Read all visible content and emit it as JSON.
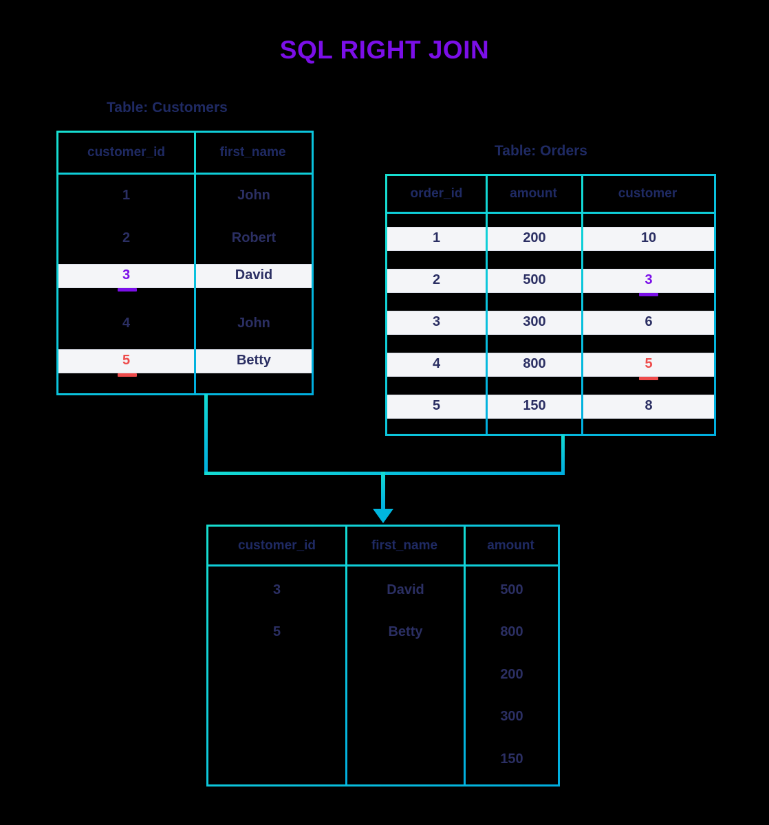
{
  "page": {
    "title": "SQL RIGHT JOIN",
    "background_color": "#000000",
    "title_color": "#7B0FE8",
    "border_color": "#17D9CE",
    "text_color": "#2B2F63",
    "highlight_row_color": "#F4F5F8",
    "accent_purple": "#7B0FE8",
    "accent_red": "#EE4B4B"
  },
  "customers_table": {
    "caption": "Table: Customers",
    "columns": [
      "customer_id",
      "first_name"
    ],
    "rows": [
      {
        "customer_id": "1",
        "first_name": "John",
        "highlighted": false,
        "marker": "none"
      },
      {
        "customer_id": "2",
        "first_name": "Robert",
        "highlighted": false,
        "marker": "none"
      },
      {
        "customer_id": "3",
        "first_name": "David",
        "highlighted": true,
        "marker": "purple"
      },
      {
        "customer_id": "4",
        "first_name": "John",
        "highlighted": false,
        "marker": "none"
      },
      {
        "customer_id": "5",
        "first_name": "Betty",
        "highlighted": true,
        "marker": "red"
      }
    ]
  },
  "orders_table": {
    "caption": "Table: Orders",
    "columns": [
      "order_id",
      "amount",
      "customer"
    ],
    "rows": [
      {
        "order_id": "1",
        "amount": "200",
        "customer": "10",
        "highlighted": true,
        "marker": "none"
      },
      {
        "order_id": "2",
        "amount": "500",
        "customer": "3",
        "highlighted": true,
        "marker": "purple"
      },
      {
        "order_id": "3",
        "amount": "300",
        "customer": "6",
        "highlighted": true,
        "marker": "none"
      },
      {
        "order_id": "4",
        "amount": "800",
        "customer": "5",
        "highlighted": true,
        "marker": "red"
      },
      {
        "order_id": "5",
        "amount": "150",
        "customer": "8",
        "highlighted": true,
        "marker": "none"
      }
    ]
  },
  "result_table": {
    "columns": [
      "customer_id",
      "first_name",
      "amount"
    ],
    "rows": [
      {
        "customer_id": "3",
        "first_name": "David",
        "amount": "500"
      },
      {
        "customer_id": "5",
        "first_name": "Betty",
        "amount": "800"
      },
      {
        "customer_id": "",
        "first_name": "",
        "amount": "200"
      },
      {
        "customer_id": "",
        "first_name": "",
        "amount": "300"
      },
      {
        "customer_id": "",
        "first_name": "",
        "amount": "150"
      }
    ]
  },
  "connector": {
    "icon": "down-arrow-icon"
  }
}
